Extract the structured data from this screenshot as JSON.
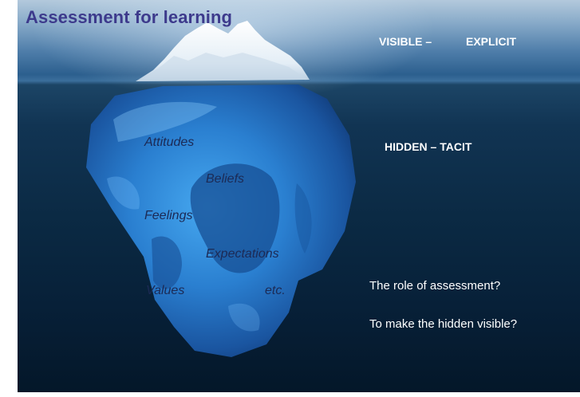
{
  "title": "Assessment for learning",
  "labels": {
    "visible": "VISIBLE –",
    "explicit": "EXPLICIT",
    "hidden": "HIDDEN – TACIT"
  },
  "iceberg_words": [
    "Attitudes",
    "Beliefs",
    "Feelings",
    "Expectations",
    "Values",
    "etc."
  ],
  "questions": {
    "role": "The role of assessment?",
    "make_visible": "To make the hidden visible?"
  }
}
